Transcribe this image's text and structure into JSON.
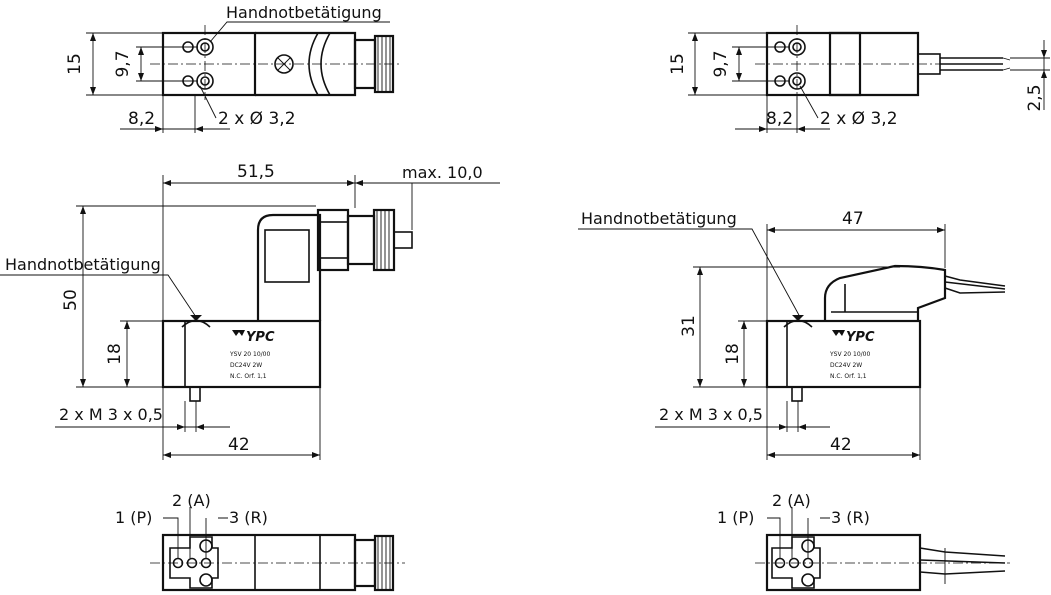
{
  "labels": {
    "manual_override": "Handnotbetätigung",
    "holes": "2 x Ø 3,2",
    "threads": "2 x M 3 x 0,5",
    "port_p": "1 (P)",
    "port_a": "2 (A)",
    "port_r": "3 (R)"
  },
  "dimensions": {
    "d15": "15",
    "d97": "9,7",
    "d82": "8,2",
    "d515": "51,5",
    "dmax": "max. 10,0",
    "d50": "50",
    "d18": "18",
    "d42": "42",
    "d47": "47",
    "d31": "31",
    "d25": "2,5"
  },
  "nameplate": {
    "brand": "YPC",
    "line1": "YSV 20  10/00",
    "line2": "DC24V     2W",
    "line3": "N.C.   Orf. 1,1"
  }
}
